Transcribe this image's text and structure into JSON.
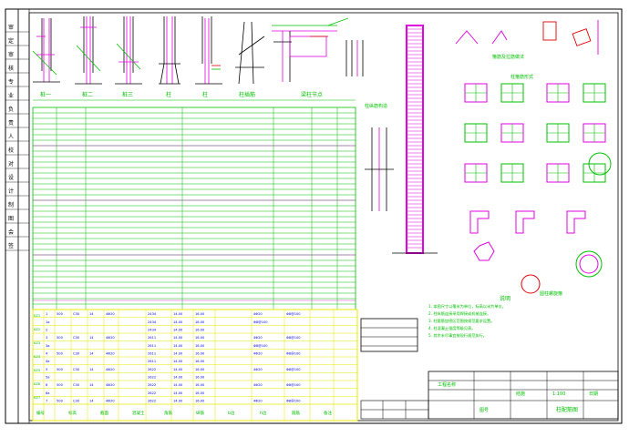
{
  "title_strip": {
    "labels": [
      "审",
      "定",
      "审",
      "核",
      "专",
      "业",
      "负",
      "责",
      "人",
      "校",
      "对",
      "设",
      "计",
      "制",
      "图",
      "会",
      "签"
    ]
  },
  "detail_captions": {
    "a": "桩一",
    "b": "桩二",
    "c": "桩三",
    "d": "柱",
    "e": "柱",
    "f": "柱插筋",
    "g": "梁柱节点"
  },
  "section_labels": {
    "tie_details": "箍筋及拉筋做法",
    "column_detail": "柱纵筋构造",
    "tie_typical": "柱箍筋形式",
    "circle_ties": "圆柱螺旋箍"
  },
  "schedule": {
    "row_groups": [
      "KZ1",
      "KZ2",
      "KZ3",
      "KZ4",
      "KZ5",
      "KZ6",
      "KZ7"
    ],
    "rows": [
      {
        "id": "1",
        "a": "500",
        "b": "C30",
        "c": "14",
        "d": "4Φ20",
        "e": "2434",
        "f": "14.00",
        "g": "16.00",
        "h": "4Φ20",
        "i": "Φ8@100"
      },
      {
        "id": "1a",
        "a": "",
        "b": "",
        "c": "",
        "d": "",
        "e": "2434",
        "f": "14.00",
        "g": "16.00",
        "h": "Φ8@100",
        "i": ""
      },
      {
        "id": "2",
        "a": "",
        "b": "",
        "c": "",
        "d": "",
        "e": "2434",
        "f": "14.00",
        "g": "16.00",
        "h": "",
        "i": ""
      },
      {
        "id": "3",
        "a": "500",
        "b": "C30",
        "c": "14",
        "d": "4Φ20",
        "e": "2611",
        "f": "14.00",
        "g": "16.00",
        "h": "4Φ20",
        "i": "Φ8@100"
      },
      {
        "id": "3a",
        "a": "",
        "b": "",
        "c": "",
        "d": "",
        "e": "2611",
        "f": "14.00",
        "g": "16.00",
        "h": "Φ8@100",
        "i": ""
      },
      {
        "id": "4",
        "a": "500",
        "b": "C30",
        "c": "14",
        "d": "4Φ20",
        "e": "2611",
        "f": "14.00",
        "g": "16.00",
        "h": "4Φ20",
        "i": "Φ8@100"
      },
      {
        "id": "4a",
        "a": "",
        "b": "",
        "c": "",
        "d": "",
        "e": "2611",
        "f": "14.00",
        "g": "16.00",
        "h": "",
        "i": ""
      },
      {
        "id": "5",
        "a": "500",
        "b": "C30",
        "c": "14",
        "d": "4Φ20",
        "e": "2622",
        "f": "14.00",
        "g": "16.00",
        "h": "4Φ20",
        "i": "Φ8@100"
      },
      {
        "id": "5a",
        "a": "",
        "b": "",
        "c": "",
        "d": "",
        "e": "2622",
        "f": "14.00",
        "g": "16.00",
        "h": "",
        "i": ""
      },
      {
        "id": "6",
        "a": "500",
        "b": "C30",
        "c": "14",
        "d": "4Φ20",
        "e": "2622",
        "f": "14.00",
        "g": "16.00",
        "h": "4Φ20",
        "i": "Φ8@100"
      },
      {
        "id": "6a",
        "a": "",
        "b": "",
        "c": "",
        "d": "",
        "e": "2622",
        "f": "14.00",
        "g": "16.00",
        "h": "",
        "i": ""
      },
      {
        "id": "7",
        "a": "500",
        "b": "C30",
        "c": "14",
        "d": "4Φ20",
        "e": "2622",
        "f": "14.00",
        "g": "16.00",
        "h": "4Φ20",
        "i": "Φ8@100"
      }
    ],
    "header": [
      "编号",
      "标高",
      "截面",
      "混凝土",
      "角筋",
      "纵筋",
      "b边",
      "h边",
      "箍筋",
      "备注"
    ]
  },
  "notes_title": "说明",
  "notes": [
    "1. 本图尺寸以毫米为单位，标高以米为单位。",
    "2. 柱纵筋连接采用焊接或机械连接。",
    "3. 柱箍筋加密区范围按规范要求设置。",
    "4. 柱混凝土强度等级见表。",
    "5. 其余未尽事宜按现行规范执行。"
  ],
  "title_block": {
    "drawing_name": "柱配筋图",
    "project": "工程名称",
    "drawing_no": "结施",
    "scale": "1:100",
    "date": "日期",
    "sheet": "图号"
  },
  "colors": {
    "background": "#ffffff",
    "frame": "#000000",
    "green": "#00c000",
    "yellow": "#e8e800",
    "magenta": "#e000e0",
    "cyan": "#00b0b0",
    "red": "#e00000",
    "blue": "#0000e0"
  }
}
